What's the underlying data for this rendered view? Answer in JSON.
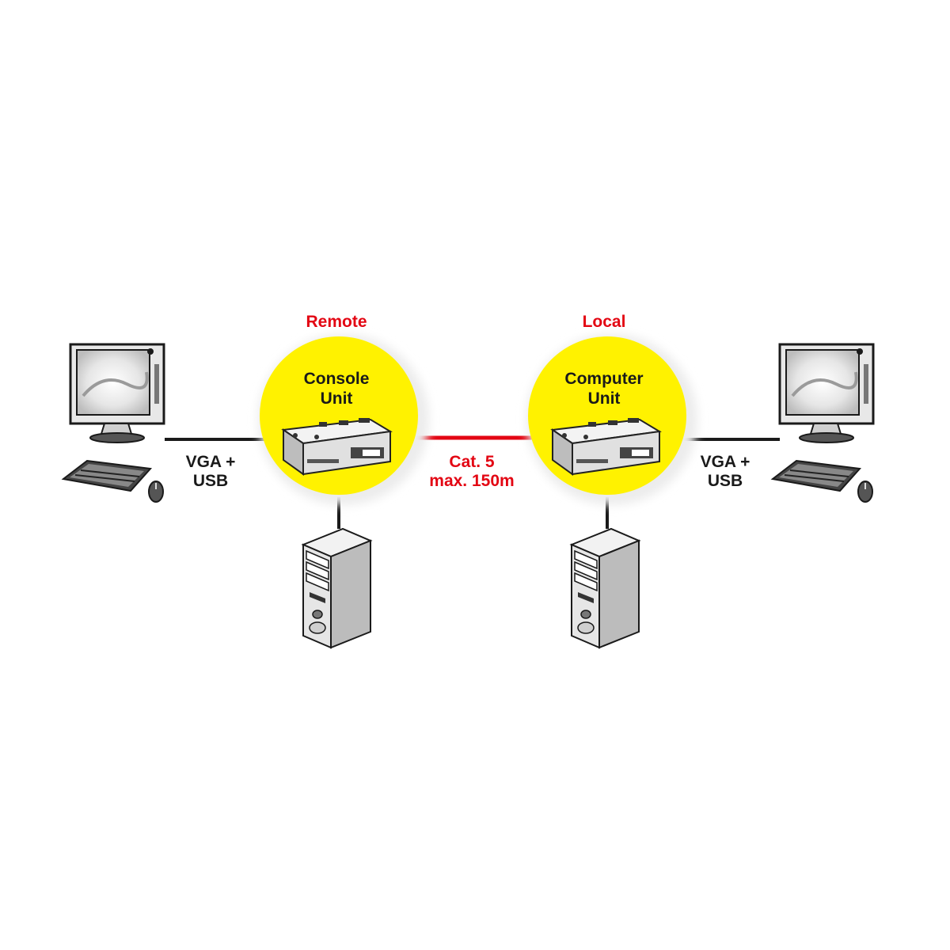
{
  "labels": {
    "remote": "Remote",
    "local": "Local",
    "console_line1": "Console",
    "console_line2": "Unit",
    "computer_line1": "Computer",
    "computer_line2": "Unit",
    "left_link_line1": "VGA +",
    "left_link_line2": "USB",
    "right_link_line1": "VGA +",
    "right_link_line2": "USB",
    "cat_line1": "Cat. 5",
    "cat_line2": "max. 150m"
  },
  "colors": {
    "accent_red": "#e30613",
    "circle_yellow": "#fff200",
    "line_dark": "#1a1a1a",
    "text_dark": "#1a1a1a",
    "device_gray": "#d9d9d9",
    "shadow": "#ececec"
  },
  "icons": {
    "monitor": "monitor-icon",
    "keyboard": "keyboard-icon",
    "mouse": "mouse-icon",
    "tower": "tower-pc-icon",
    "extender": "kvm-extender-icon"
  }
}
